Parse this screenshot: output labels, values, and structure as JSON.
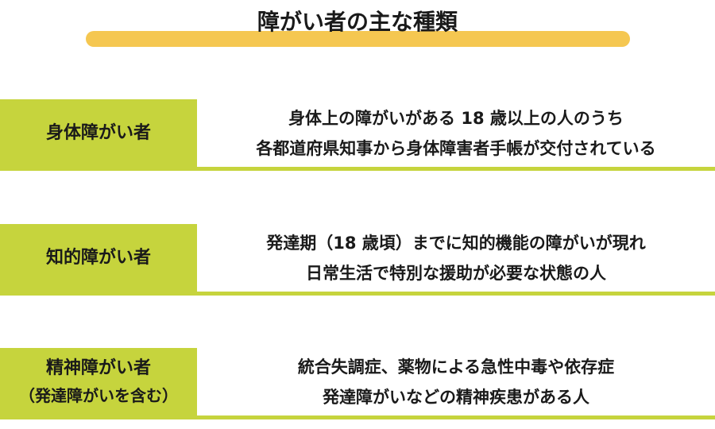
{
  "title": "障がい者の主な種類",
  "colors": {
    "accent_yellow": "#f5c751",
    "accent_green": "#c6d43d"
  },
  "rows": [
    {
      "label_lines": [
        "身体障がい者"
      ],
      "desc_lines": [
        "身体上の障がいがある 18 歳以上の人のうち",
        "各都道府県知事から身体障害者手帳が交付されている"
      ]
    },
    {
      "label_lines": [
        "知的障がい者"
      ],
      "desc_lines": [
        "発達期（18 歳頃）までに知的機能の障がいが現れ",
        "日常生活で特別な援助が必要な状態の人"
      ]
    },
    {
      "label_lines": [
        "精神障がい者",
        "（発達障がいを含む）"
      ],
      "desc_lines": [
        "統合失調症、薬物による急性中毒や依存症",
        "発達障がいなどの精神疾患がある人"
      ]
    }
  ]
}
